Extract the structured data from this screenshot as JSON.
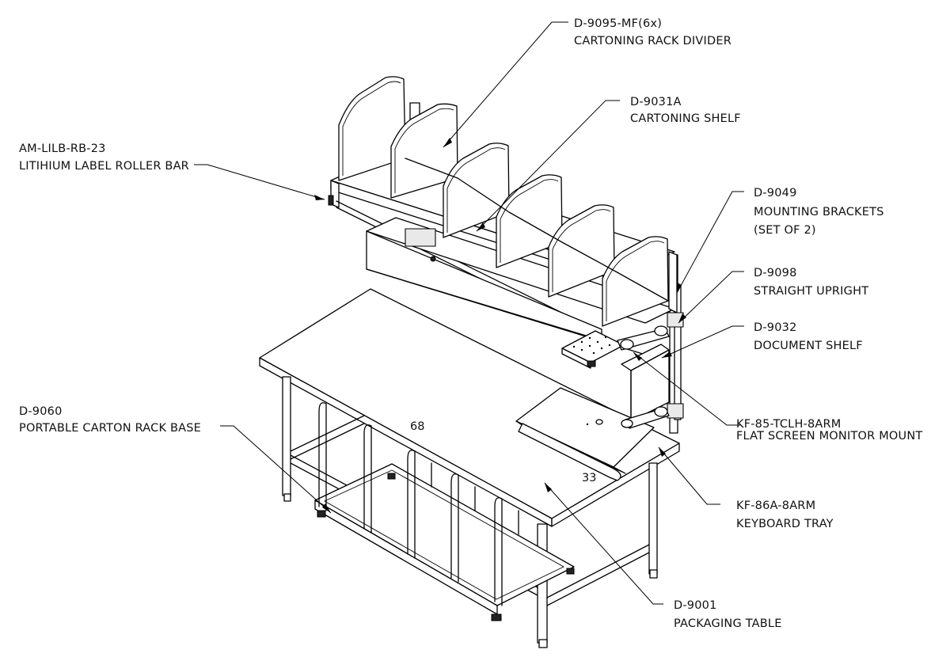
{
  "callouts": {
    "divider": {
      "part": "D-9095-MF(6x)",
      "desc": "CARTONING RACK DIVIDER"
    },
    "shelf": {
      "part": "D-9031A",
      "desc": "CARTONING SHELF"
    },
    "roller": {
      "part": "AM-LILB-RB-23",
      "desc": "LITIHIUM LABEL ROLLER BAR"
    },
    "brackets": {
      "part": "D-9049",
      "desc": "MOUNTING BRACKETS",
      "desc2": "(SET OF 2)"
    },
    "upright": {
      "part": "D-9098",
      "desc": "STRAIGHT UPRIGHT"
    },
    "docshelf": {
      "part": "D-9032",
      "desc": "DOCUMENT SHELF"
    },
    "monitor": {
      "part": "KF-85-TCLH-8ARM",
      "desc": "FLAT SCREEN MONITOR MOUNT"
    },
    "base": {
      "part": "D-9060",
      "desc": "PORTABLE CARTON RACK BASE"
    },
    "keyboard": {
      "part": "KF-86A-8ARM",
      "desc": "KEYBOARD TRAY"
    },
    "table": {
      "part": "D-9001",
      "desc": "PACKAGING TABLE"
    }
  },
  "dimensions": {
    "length": "68",
    "depth": "33"
  }
}
